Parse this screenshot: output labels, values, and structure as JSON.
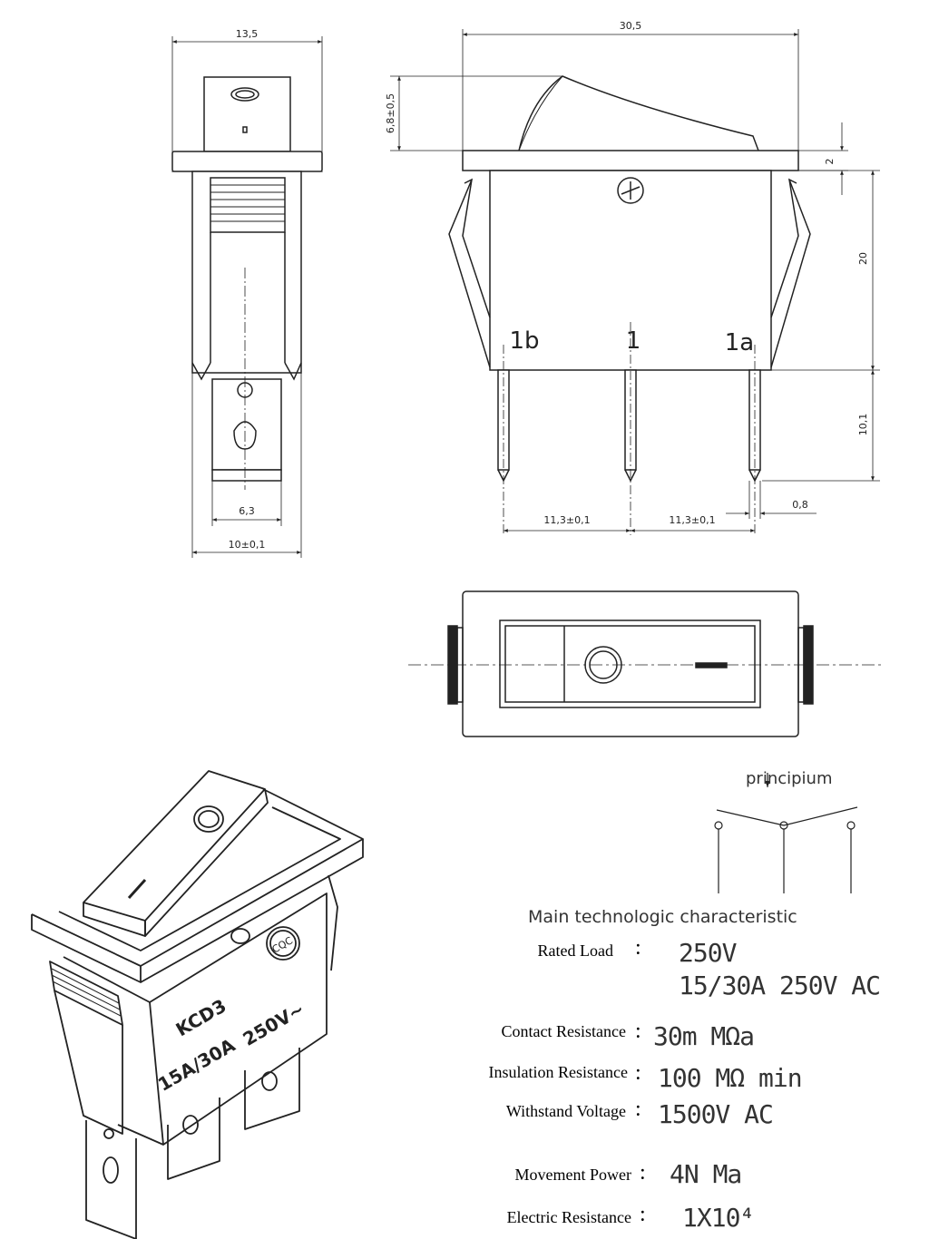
{
  "dimensions": {
    "width_13_5": "13,5",
    "width_30_5": "30,5",
    "height_6_8": "6,8±0,5",
    "height_2": "2",
    "height_20": "20",
    "height_10_1": "10,1",
    "width_6_3": "6,3",
    "width_10": "10±0,1",
    "pitch_left": "11,3±0,1",
    "pitch_right": "11,3±0,1",
    "pin_width": "0,8"
  },
  "pins": {
    "left": "1b",
    "center": "1",
    "right": "1a"
  },
  "product_marking": {
    "model": "KCD3",
    "rating_current": "15A/30A",
    "rating_voltage": "250V~",
    "cert": "CQC"
  },
  "principium_label": "principium",
  "specs": {
    "title": "Main technologic characteristic",
    "rows": [
      {
        "label": "Rated Load",
        "value": "250V",
        "value2": "15/30A   250V AC"
      },
      {
        "label": "Contact Resistance",
        "value": "30m MΩa"
      },
      {
        "label": "Insulation Resistance",
        "value": "100 MΩ   min"
      },
      {
        "label": "Withstand Voltage",
        "value": "1500V AC"
      },
      {
        "label": "Movement Power",
        "value": "4N  Ma"
      },
      {
        "label": "Electric Resistance",
        "value": "1X10⁴"
      }
    ]
  },
  "colors": {
    "line": "#222222",
    "background": "#ffffff"
  }
}
